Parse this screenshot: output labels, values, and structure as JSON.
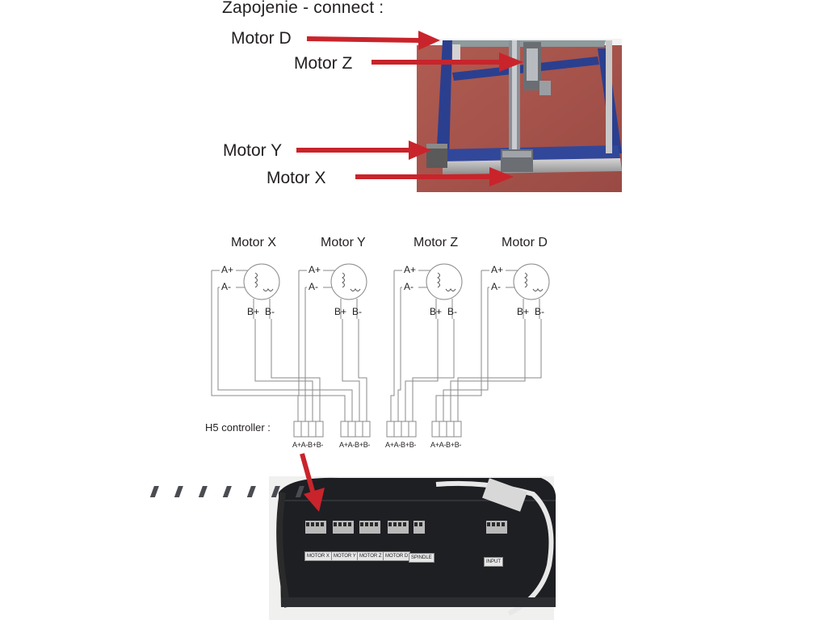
{
  "title": "Zapojenie - connect :",
  "callouts": [
    {
      "id": "d",
      "label": "Motor D"
    },
    {
      "id": "z",
      "label": "Motor Z"
    },
    {
      "id": "y",
      "label": "Motor Y"
    },
    {
      "id": "x",
      "label": "Motor X"
    }
  ],
  "motors": [
    {
      "name": "Motor X",
      "a_plus": "A+",
      "a_minus": "A-",
      "b_plus": "B+",
      "b_minus": "B-"
    },
    {
      "name": "Motor Y",
      "a_plus": "A+",
      "a_minus": "A-",
      "b_plus": "B+",
      "b_minus": "B-"
    },
    {
      "name": "Motor Z",
      "a_plus": "A+",
      "a_minus": "A-",
      "b_plus": "B+",
      "b_minus": "B-"
    },
    {
      "name": "Motor D",
      "a_plus": "A+",
      "a_minus": "A-",
      "b_plus": "B+",
      "b_minus": "B-"
    }
  ],
  "controller_label": "H5 controller :",
  "terminal_label": "A+A-B+B-",
  "panel_labels": [
    "MOTOR X",
    "MOTOR Y",
    "MOTOR Z",
    "MOTOR D",
    "SPINDLE",
    "INPUT"
  ],
  "colors": {
    "arrow": "#c9242b",
    "wire": "#8a8a8a",
    "frame": "#2b3f8f",
    "floor": "#a0524a",
    "box": "#1f2024"
  }
}
